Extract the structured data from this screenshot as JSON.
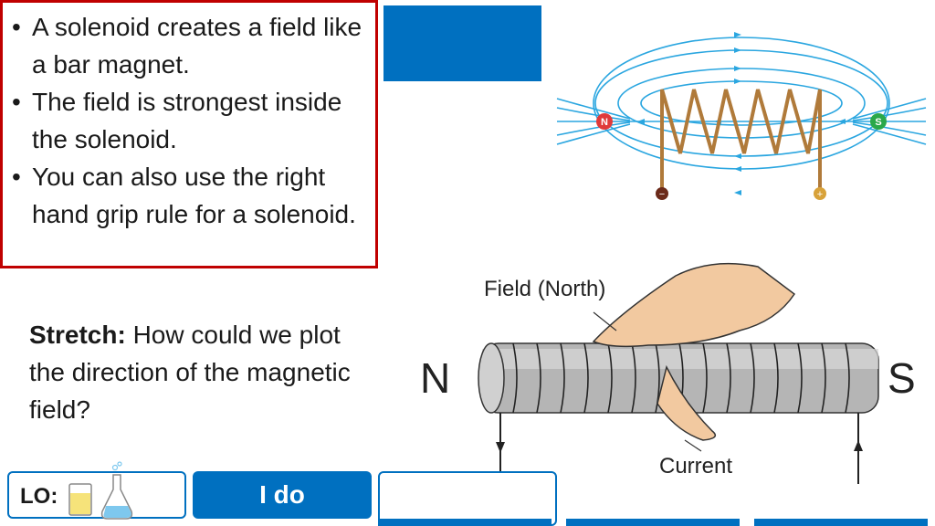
{
  "bullets": [
    "A solenoid creates a field like a bar magnet.",
    "The field is strongest inside the solenoid.",
    "You can also use the right hand grip rule for a solenoid."
  ],
  "stretch": {
    "label": "Stretch:",
    "text": " How could we plot the direction of the magnetic field?"
  },
  "solenoid_diagram": {
    "north_label": "N",
    "south_label": "S",
    "negative_label": "−",
    "positive_label": "+"
  },
  "hand_diagram": {
    "left_pole": "N",
    "right_pole": "S",
    "field_label": "Field (North)",
    "current_label": "Current"
  },
  "footer": {
    "lo_label": "LO:",
    "i_do_label": "I do"
  },
  "colors": {
    "accent_blue": "#0070c0",
    "border_red": "#c00000",
    "field_line_blue": "#2aa6e0",
    "north_red": "#e03a3a",
    "south_green": "#2aa84a"
  }
}
